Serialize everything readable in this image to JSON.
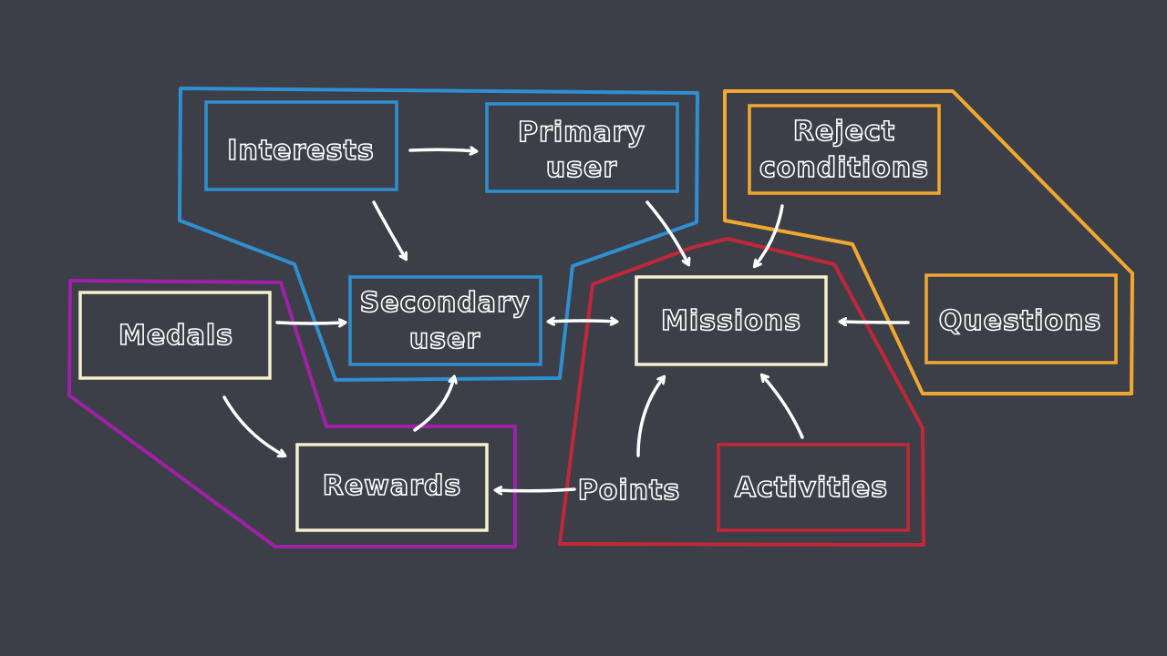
{
  "colors": {
    "background": "#3c3f47",
    "user_group": "#2f8fd0",
    "conditions_group": "#f0a830",
    "missions_group": "#c0283a",
    "medals_group": "#a020a8",
    "cream_box": "#f5f0d0",
    "medals_fill": "#a020a8",
    "arrow": "#ffffff"
  },
  "nodes": {
    "interests": {
      "line1": "Interests"
    },
    "primary_user": {
      "line1": "Primary",
      "line2": "user"
    },
    "secondary_user": {
      "line1": "Secondary",
      "line2": "user"
    },
    "reject_conditions": {
      "line1": "Reject",
      "line2": "conditions"
    },
    "missions": {
      "line1": "Missions"
    },
    "questions": {
      "line1": "Questions"
    },
    "medals": {
      "line1": "Medals"
    },
    "rewards": {
      "line1": "Rewards"
    },
    "points": {
      "line1": "Points"
    },
    "activities": {
      "line1": "Activities"
    }
  }
}
